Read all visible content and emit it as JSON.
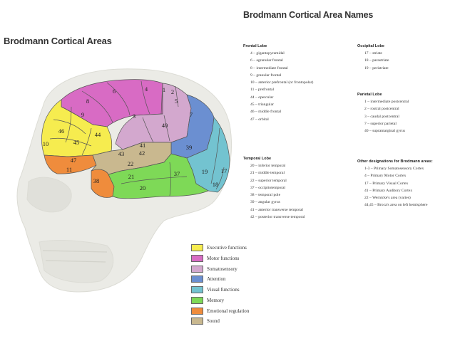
{
  "title": "Brodmann Cortical Areas",
  "names_title": "Brodmann Cortical Area Names",
  "colors": {
    "executive": "#f6ec4f",
    "motor": "#d86bc4",
    "somatosensory": "#d3a8ce",
    "attention": "#6b8fd1",
    "visual": "#73c3d0",
    "memory": "#7ed957",
    "emotional": "#ef8c3c",
    "sound": "#c9b88f"
  },
  "lobes": [
    {
      "title": "Frontal Lobe",
      "items": [
        "4 – gigantopyramidal",
        "6 – agranular frontal",
        "8 – intermediate frontal",
        "9 – granular frontal",
        "10 – anterior prefrontal (or frontopolar)",
        "11 – prefrontal",
        "44 – opercular",
        "45 – triangular",
        "46 – middle frontal",
        "47 – orbital"
      ]
    },
    {
      "title": "Temporal Lobe",
      "items": [
        "20 – inferior temporal",
        "21 – middle temporal",
        "22 – superior temporal",
        "37 – occipitotemporal",
        "38 – temporal pole",
        "39 – angular gyrus",
        "41 – anterior transverse temporal",
        "42 – posterior transverse temporal"
      ]
    },
    {
      "title": "Occipital Lobe",
      "items": [
        "17 – striate",
        "18 – parastriate",
        "19 – peristriate"
      ]
    },
    {
      "title": "Parietal Lobe",
      "items": [
        "1 – intermediate postcentral",
        "2 – rostral postcentral",
        "3 – caudal postcentral",
        "7 – superior parietal",
        "40 – supramarginal gyrus"
      ]
    },
    {
      "title": "Other designations for Brodmann areas:",
      "items": [
        "1-3 – Primary Somatosensory Cortex",
        "4 – Primary Motor Cortex",
        "17 – Primary Visual Cortex",
        "41 – Primary Auditory Cortex",
        "22 – Wernicke's area (varies)",
        "44,45 – Broca's area on left hemisphere"
      ]
    }
  ],
  "legend": [
    {
      "label": "Executive functions",
      "color": "#f6ec4f"
    },
    {
      "label": "Motor functions",
      "color": "#d86bc4"
    },
    {
      "label": "Somatosensory",
      "color": "#d3a8ce"
    },
    {
      "label": "Attention",
      "color": "#6b8fd1"
    },
    {
      "label": "Visual functions",
      "color": "#73c3d0"
    },
    {
      "label": "Memory",
      "color": "#7ed957"
    },
    {
      "label": "Emotional regulation",
      "color": "#ef8c3c"
    },
    {
      "label": "Sound",
      "color": "#c9b88f"
    }
  ],
  "areas": [
    {
      "label": "4",
      "group": "motor"
    },
    {
      "label": "6",
      "group": "motor"
    },
    {
      "label": "8",
      "group": "motor"
    },
    {
      "label": "1",
      "group": "somatosensory"
    },
    {
      "label": "2",
      "group": "somatosensory"
    },
    {
      "label": "5",
      "group": "somatosensory"
    },
    {
      "label": "3",
      "group": "somatosensory"
    },
    {
      "label": "40",
      "group": "somatosensory"
    },
    {
      "label": "43",
      "group": "somatosensory"
    },
    {
      "label": "7",
      "group": "attention"
    },
    {
      "label": "39",
      "group": "attention"
    },
    {
      "label": "19",
      "group": "visual"
    },
    {
      "label": "18",
      "group": "visual"
    },
    {
      "label": "17",
      "group": "visual"
    },
    {
      "label": "9",
      "group": "executive"
    },
    {
      "label": "46",
      "group": "executive"
    },
    {
      "label": "10",
      "group": "executive"
    },
    {
      "label": "45",
      "group": "executive"
    },
    {
      "label": "44",
      "group": "executive"
    },
    {
      "label": "47",
      "group": "emotional"
    },
    {
      "label": "11",
      "group": "emotional"
    },
    {
      "label": "38",
      "group": "emotional"
    },
    {
      "label": "41",
      "group": "sound"
    },
    {
      "label": "42",
      "group": "sound"
    },
    {
      "label": "22",
      "group": "sound"
    },
    {
      "label": "21",
      "group": "memory"
    },
    {
      "label": "20",
      "group": "memory"
    },
    {
      "label": "37",
      "group": "memory"
    }
  ]
}
